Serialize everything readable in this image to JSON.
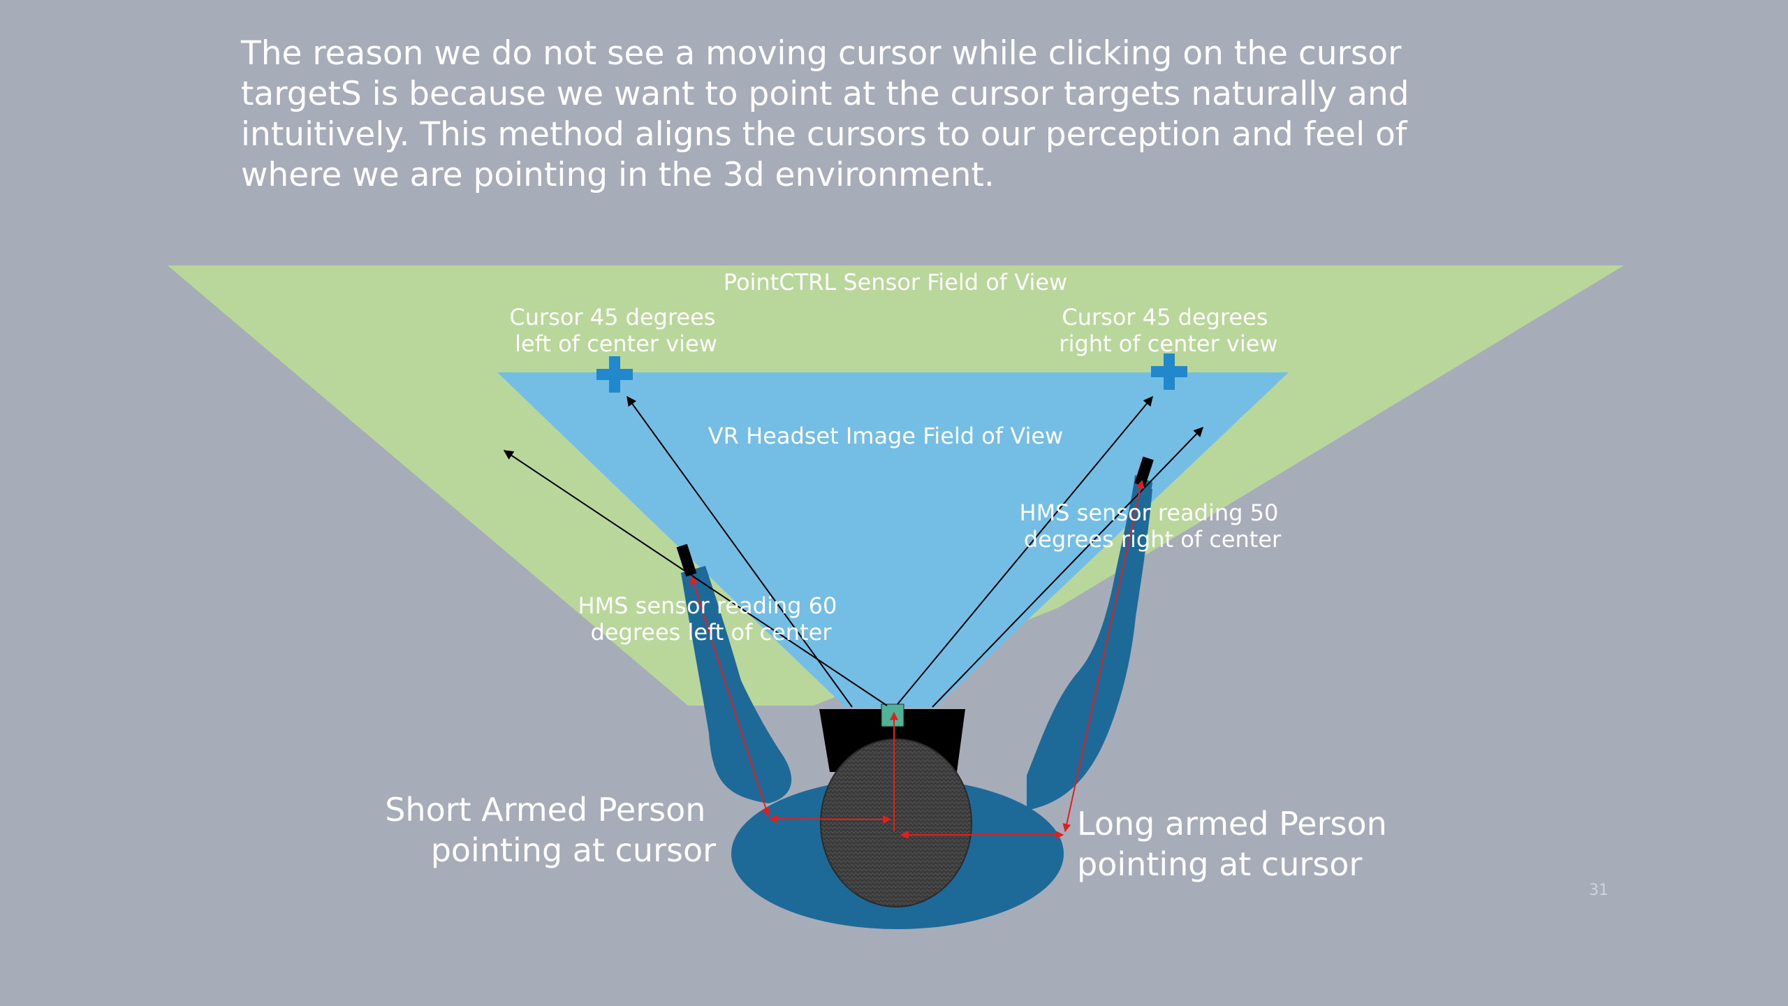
{
  "slide": {
    "intro_lines": [
      "The reason we do not see a moving cursor while clicking on the cursor",
      "targetS is because we want to point at the  cursor targets naturally and",
      "intuitively. This method aligns the cursors to  our perception and feel of",
      "where we are pointing in the 3d environment."
    ],
    "slide_number": "31"
  },
  "diagram": {
    "sensor_fov_label": "PointCTRL Sensor Field of View",
    "headset_fov_label": "VR Headset Image Field of View",
    "cursor_left_label": [
      "Cursor 45 degrees",
      "left of  center view"
    ],
    "cursor_right_label": [
      "Cursor 45 degrees",
      "right of  center view"
    ],
    "hms_left_label": [
      "HMS sensor reading 60",
      "degrees left of center"
    ],
    "hms_right_label": [
      "HMS sensor reading 50",
      "degrees right of center"
    ],
    "short_arm_label": [
      "Short Armed Person",
      "pointing at cursor"
    ],
    "long_arm_label": [
      "Long armed Person",
      "pointing at cursor"
    ],
    "colors": {
      "background": "#a7adb8",
      "sensor_fov": "#b9d79a",
      "headset_fov": "#74bee6",
      "cursor_marker": "#2288cc",
      "person_body": "#1d6a98",
      "measure_line": "#e02020"
    },
    "icons": [
      "plus-cursor-icon",
      "plus-cursor-icon",
      "sensor-box-icon",
      "hand-sensor-icon",
      "hand-sensor-icon"
    ]
  }
}
